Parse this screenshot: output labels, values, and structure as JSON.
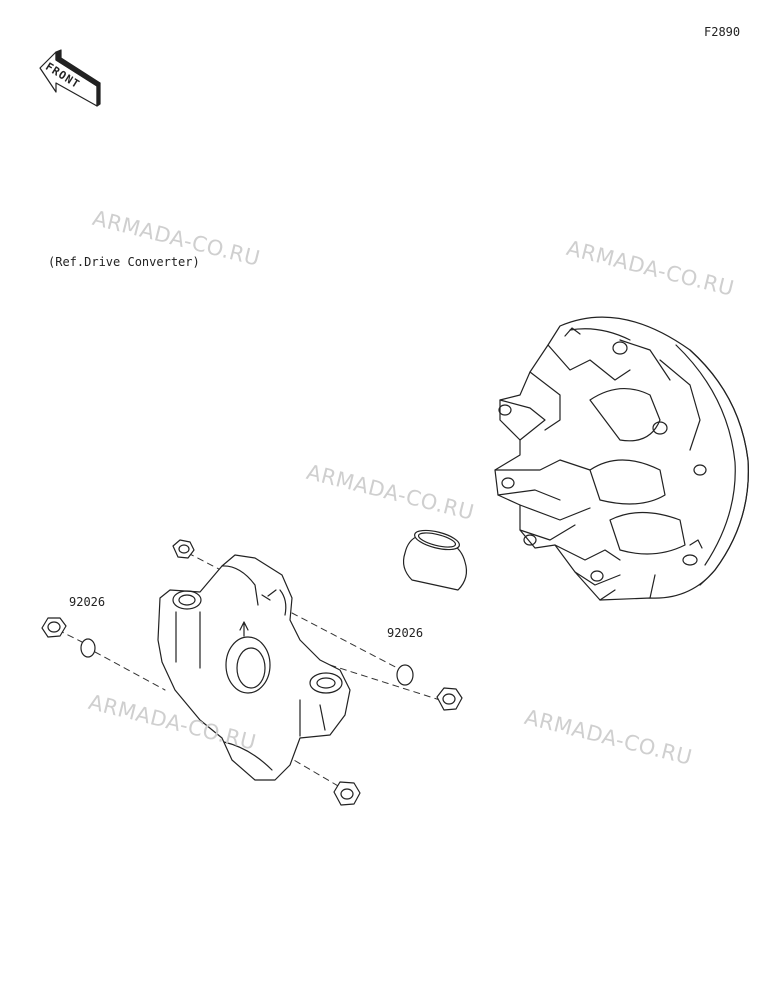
{
  "figure_code": "F2890",
  "front_label": "FRONT",
  "reference_note": "(Ref.Drive Converter)",
  "part_labels": {
    "left_oring": "92026",
    "right_oring": "92026"
  },
  "watermark": "ARMADA-CO.RU",
  "colors": {
    "line": "#222222",
    "dash": "#333333",
    "watermark": "#cfcfcf"
  }
}
